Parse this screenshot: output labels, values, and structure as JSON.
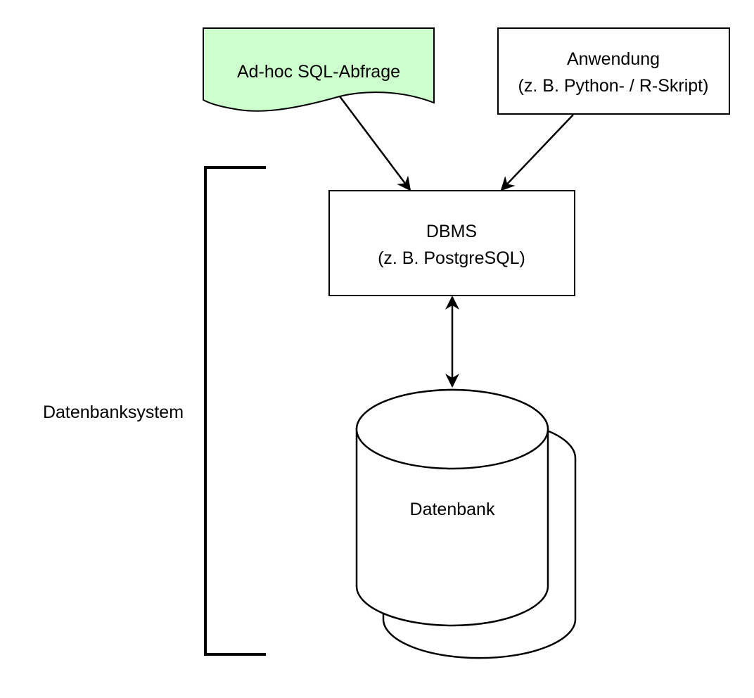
{
  "diagram": {
    "colors": {
      "query_fill": "#ccffcc",
      "stroke": "#000000",
      "background": "#ffffff"
    },
    "nodes": {
      "query": {
        "label": "Ad-hoc SQL-Abfrage",
        "shape": "document"
      },
      "application": {
        "line1": "Anwendung",
        "line2": "(z. B. Python- / R-Skript)",
        "shape": "rectangle"
      },
      "dbms": {
        "line1": "DBMS",
        "line2": "(z. B. PostgreSQL)",
        "shape": "rectangle"
      },
      "database": {
        "label": "Datenbank",
        "shape": "multi-cylinder"
      }
    },
    "group": {
      "label": "Datenbanksystem",
      "shape": "bracket",
      "members": [
        "dbms",
        "database"
      ]
    },
    "edges": [
      {
        "from": "query",
        "to": "dbms",
        "direction": "forward"
      },
      {
        "from": "application",
        "to": "dbms",
        "direction": "forward"
      },
      {
        "from": "dbms",
        "to": "database",
        "direction": "both"
      }
    ]
  }
}
